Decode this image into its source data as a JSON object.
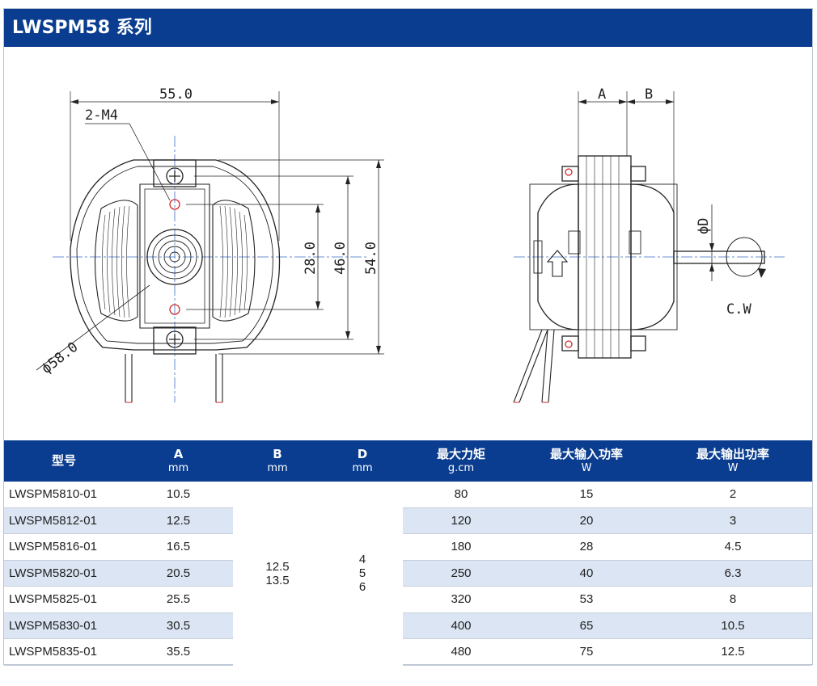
{
  "header": {
    "title": "LWSPM58 系列"
  },
  "drawing": {
    "front": {
      "width_label": "55.0",
      "hole_label": "2-M4",
      "dia_label": "ϕ58.0",
      "dim_28": "28.0",
      "dim_46": "46.0",
      "dim_54": "54.0"
    },
    "side": {
      "label_a": "A",
      "label_b": "B",
      "label_d": "ϕD",
      "rotation": "C.W"
    }
  },
  "table": {
    "headers": [
      {
        "label": "型号",
        "unit": ""
      },
      {
        "label": "A",
        "unit": "mm"
      },
      {
        "label": "B",
        "unit": "mm"
      },
      {
        "label": "D",
        "unit": "mm"
      },
      {
        "label": "最大力矩",
        "unit": "g.cm"
      },
      {
        "label": "最大输入功率",
        "unit": "W"
      },
      {
        "label": "最大输出功率",
        "unit": "W"
      }
    ],
    "b_values": [
      "12.5",
      "13.5"
    ],
    "d_values": [
      "4",
      "5",
      "6"
    ],
    "rows": [
      {
        "model": "LWSPM5810-01",
        "a": "10.5",
        "torque": "80",
        "input": "15",
        "output": "2"
      },
      {
        "model": "LWSPM5812-01",
        "a": "12.5",
        "torque": "120",
        "input": "20",
        "output": "3"
      },
      {
        "model": "LWSPM5816-01",
        "a": "16.5",
        "torque": "180",
        "input": "28",
        "output": "4.5"
      },
      {
        "model": "LWSPM5820-01",
        "a": "20.5",
        "torque": "250",
        "input": "40",
        "output": "6.3"
      },
      {
        "model": "LWSPM5825-01",
        "a": "25.5",
        "torque": "320",
        "input": "53",
        "output": "8"
      },
      {
        "model": "LWSPM5830-01",
        "a": "30.5",
        "torque": "400",
        "input": "65",
        "output": "10.5"
      },
      {
        "model": "LWSPM5835-01",
        "a": "35.5",
        "torque": "480",
        "input": "75",
        "output": "12.5"
      }
    ]
  }
}
